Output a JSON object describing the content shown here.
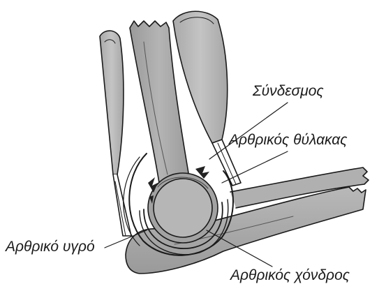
{
  "labels": {
    "ligament": "Σύνδεσμος",
    "capsule": "Αρθρικός θύλακας",
    "synovial_fluid": "Αρθρικό υγρό",
    "cartilage": "Αρθρικός χόνδρος"
  },
  "colors": {
    "ink": "#1a1a1a",
    "bone_fill": "#a8a8a8",
    "bone_dark": "#8e8e8e",
    "tendon_fill": "#b5b5b5",
    "background": "#ffffff"
  }
}
